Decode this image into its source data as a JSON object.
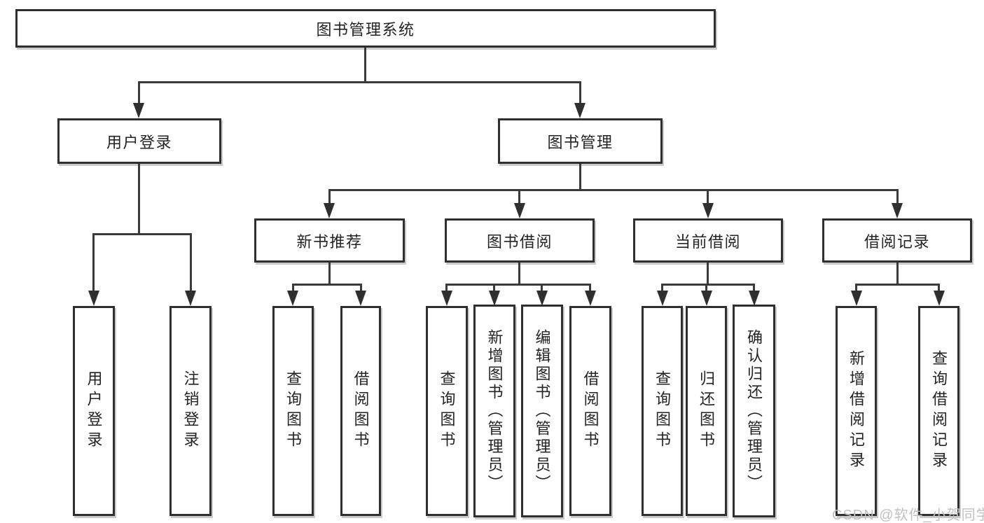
{
  "tree": {
    "label": "图书管理系统",
    "children": [
      {
        "label": "用户登录",
        "children": [
          {
            "label": "用户登录"
          },
          {
            "label": "注销登录"
          }
        ]
      },
      {
        "label": "图书管理",
        "children": [
          {
            "label": "新书推荐",
            "children": [
              {
                "label": "查询图书"
              },
              {
                "label": "借阅图书"
              }
            ]
          },
          {
            "label": "图书借阅",
            "children": [
              {
                "label": "查询图书"
              },
              {
                "label": "新增图书（管理员）"
              },
              {
                "label": "编辑图书（管理员）"
              },
              {
                "label": "借阅图书"
              }
            ]
          },
          {
            "label": "当前借阅",
            "children": [
              {
                "label": "查询图书"
              },
              {
                "label": "归还图书"
              },
              {
                "label": "确认归还（管理员）"
              }
            ]
          },
          {
            "label": "借阅记录",
            "children": [
              {
                "label": "新增借阅记录"
              },
              {
                "label": "查询借阅记录"
              }
            ]
          }
        ]
      }
    ]
  },
  "watermark": {
    "text": "CSDN @软件_小贺同学"
  },
  "colors": {
    "border": "#2f2f2f",
    "line": "#3a3a3a",
    "text": "#232323",
    "watermark": "#c2c1c1",
    "background": "#ffffff"
  }
}
